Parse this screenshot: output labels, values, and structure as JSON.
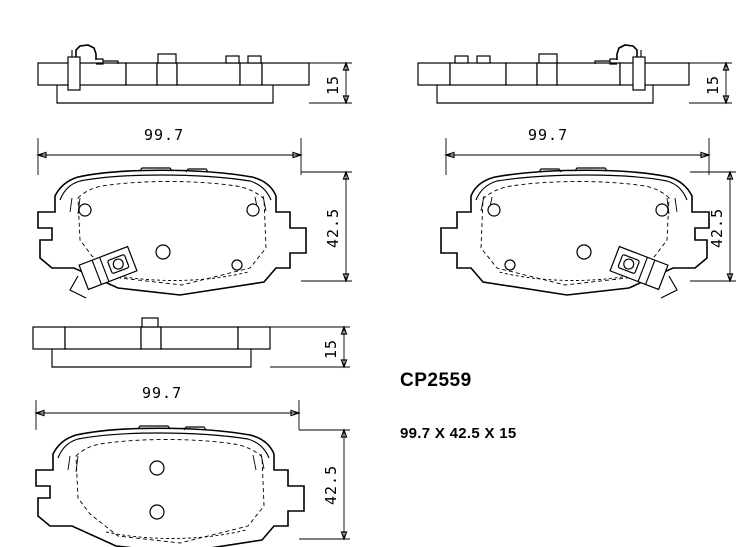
{
  "drawing": {
    "type": "brake-pad-technical-drawing",
    "background_color": "#ffffff",
    "line_color": "#000000",
    "part_code": "CP2559",
    "part_dimensions_text": "99.7 X 42.5 X 15",
    "dimensions": {
      "length": "99.7",
      "height": "42.5",
      "thickness": "15",
      "length_value": 99.7,
      "height_value": 42.5,
      "thickness_value": 15,
      "units": "mm"
    },
    "views": [
      {
        "id": "top-left-side-view",
        "name": "left-pad-side-view",
        "kind": "side-elevation",
        "has_wear_sensor": true,
        "sensor_side": "left",
        "thickness_label": "15",
        "tabs": 4
      },
      {
        "id": "top-right-side-view",
        "name": "right-pad-side-view",
        "kind": "side-elevation",
        "has_wear_sensor": true,
        "sensor_side": "right",
        "thickness_label": "15",
        "tabs": 4
      },
      {
        "id": "top-left-plan-view",
        "name": "left-pad-plan-view",
        "kind": "plan-outline",
        "has_sensor_bracket": true,
        "bracket_side": "lower-left",
        "length_label": "99.7",
        "height_label": "42.5",
        "holes": 4
      },
      {
        "id": "top-right-plan-view",
        "name": "right-pad-plan-view",
        "kind": "plan-outline",
        "has_sensor_bracket": true,
        "bracket_side": "lower-right",
        "length_label": "99.7",
        "height_label": "42.5",
        "holes": 4
      },
      {
        "id": "bottom-left-side-view",
        "name": "plain-pad-side-view",
        "kind": "side-elevation",
        "has_wear_sensor": false,
        "thickness_label": "15",
        "tabs": 1
      },
      {
        "id": "bottom-left-plan-view",
        "name": "plain-pad-plan-view",
        "kind": "plan-outline",
        "has_sensor_bracket": false,
        "length_label": "99.7",
        "height_label": "42.5",
        "holes": 2
      }
    ]
  }
}
